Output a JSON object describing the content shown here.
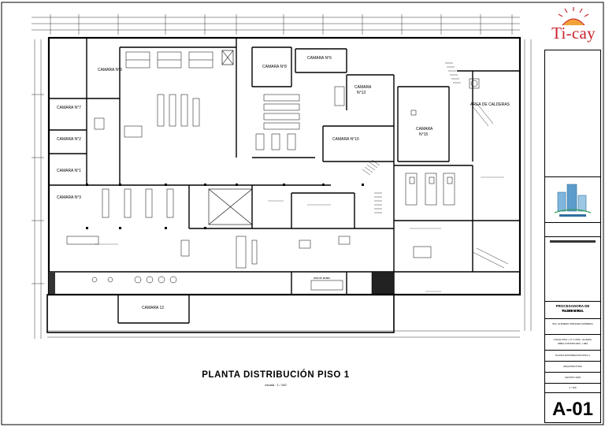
{
  "brand": {
    "name": "Ti-cay",
    "color": "#c8232c"
  },
  "drawing": {
    "title": "PLANTA  DISTRIBUCIÓN PISO 1",
    "scale": "escala : 1 / 100",
    "sheet_number": "A-01"
  },
  "rooms": {
    "camara_9": "CAMARA N°9",
    "camara_8": "CAMARA N°8",
    "camara_6": "CAMARA N°6",
    "camara_13_a": "CAMARA",
    "camara_13_b": "N°13",
    "area_calderas": "AREA DE CALDERAS",
    "camara_7": "CAMARA N°7",
    "camara_15_a": "CAMARA",
    "camara_15_b": "N°15",
    "camara_10": "CAMARA N°10",
    "camara_2": "CAMARA N°2",
    "camara_1": "CAMARA N°1",
    "camara_3": "CAMARA N°3",
    "camara_12": "CAMARA 12",
    "area_lavado": "área de lavado"
  },
  "title_block": {
    "company_line1": "PROCESADORA DE ALIMENTOS",
    "company_line2": "TI-CAY S.R.L.",
    "engineer": "ING. ALFREDO ORIHUELA MORENO",
    "address_line1": "CALLE FINA + LT 1 LIMA - HUARAL",
    "address_line2": "OBRA CONSTRUIDA - LIMA",
    "plan_name": "PLANTA DISTRIBUCION PISO 1",
    "discipline": "ARQUITECTURA",
    "date": "AGOSTO 2020",
    "scale": "1 / 100"
  }
}
